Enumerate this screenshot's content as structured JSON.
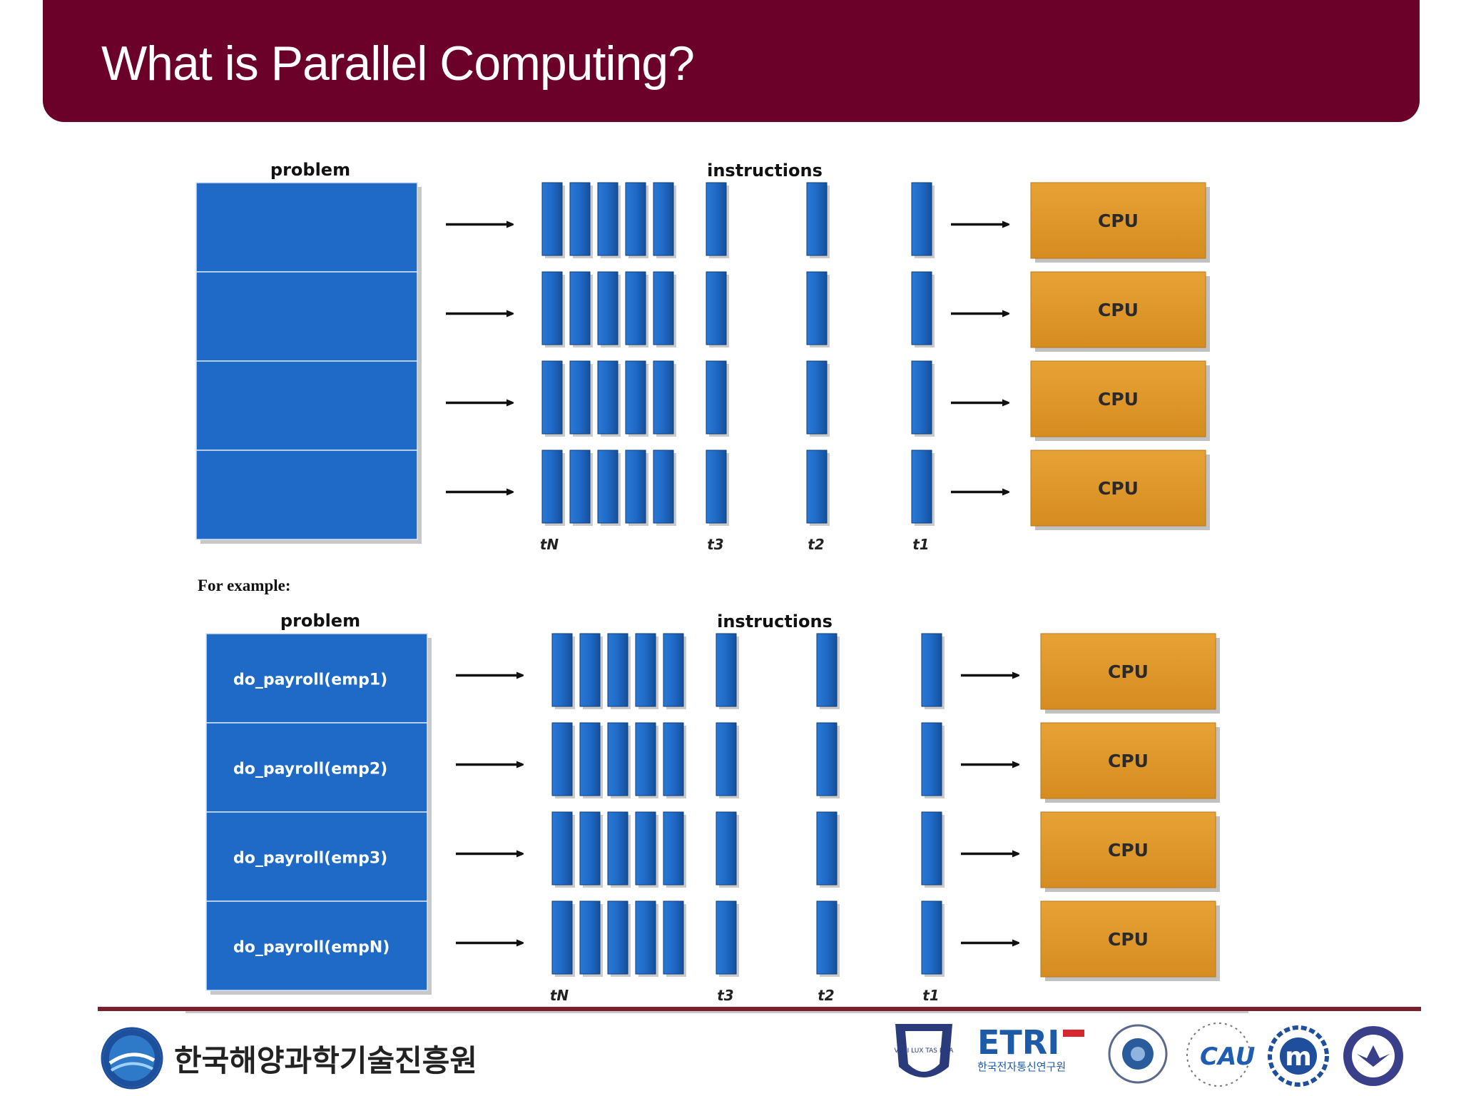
{
  "slide": {
    "title": "What is Parallel Computing?"
  },
  "diagram1": {
    "problem_label": "problem",
    "instructions_label": "instructions",
    "rows": [
      "",
      "",
      "",
      ""
    ],
    "cpu_label": "CPU",
    "time_labels": [
      "tN",
      "t3",
      "t2",
      "t1"
    ]
  },
  "example_label": "For example:",
  "diagram2": {
    "problem_label": "problem",
    "instructions_label": "instructions",
    "rows": [
      "do_payroll(emp1)",
      "do_payroll(emp2)",
      "do_payroll(emp3)",
      "do_payroll(empN)"
    ],
    "cpu_label": "CPU",
    "time_labels": [
      "tN",
      "t3",
      "t2",
      "t1"
    ]
  },
  "footer": {
    "org_name": "한국해양과학기술진흥원",
    "partner_logos": [
      {
        "name": "university-seal-logo",
        "text": "VERI LUX TAS MEA"
      },
      {
        "name": "etri-logo",
        "text": "ETRI",
        "subtext": "한국전자통신연구원"
      },
      {
        "name": "inha-university-logo"
      },
      {
        "name": "cau-logo",
        "text": "CAU"
      },
      {
        "name": "mju-logo",
        "text": "m"
      },
      {
        "name": "aerospace-university-logo"
      }
    ]
  },
  "colors": {
    "header": "#6b0029",
    "block_blue": "#1f6ac6",
    "cpu_orange": "#e39a2a",
    "footer_line": "#7a1f2b"
  }
}
